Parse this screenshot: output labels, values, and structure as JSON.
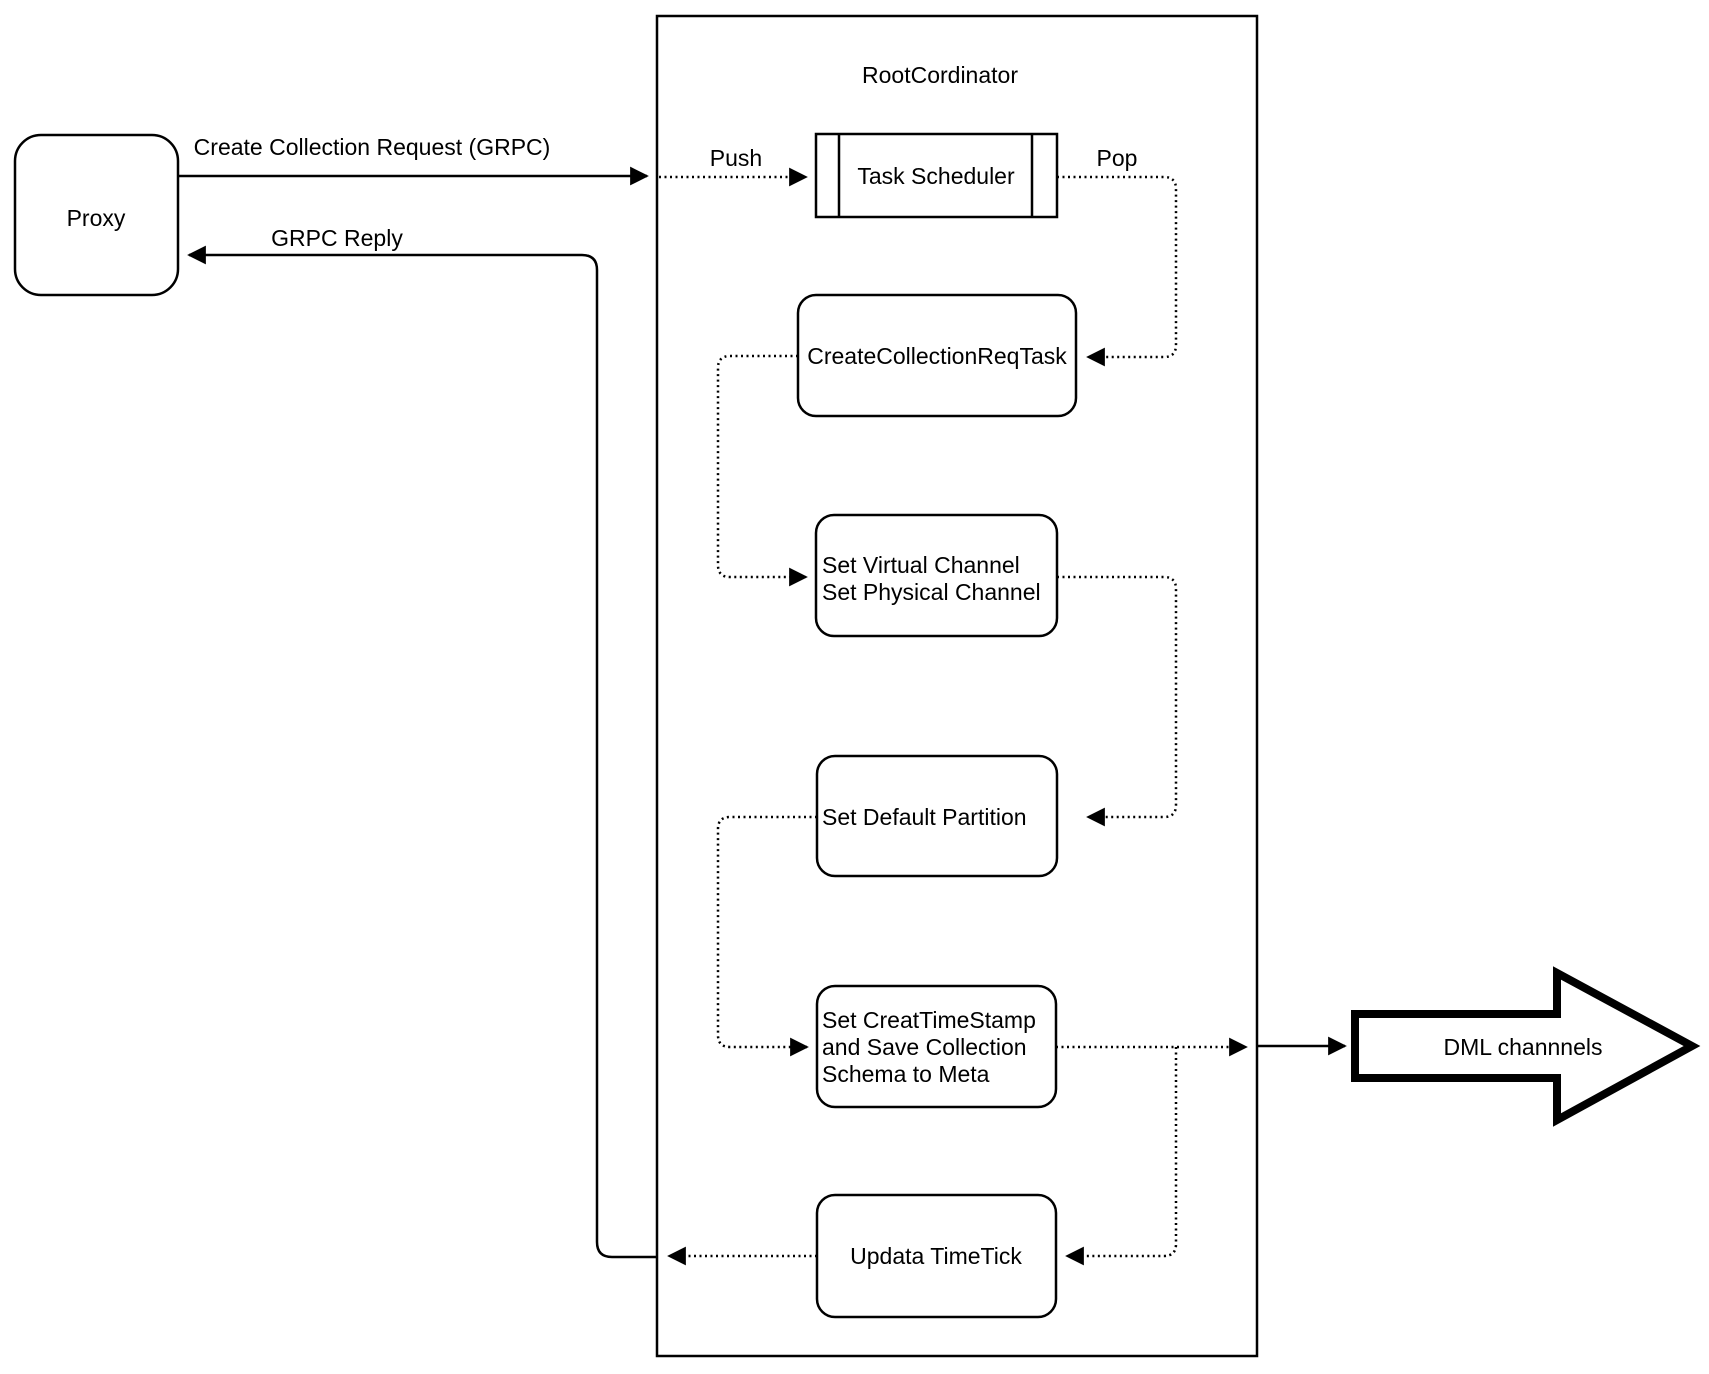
{
  "diagram": {
    "container_title": "RootCordinator",
    "nodes": {
      "proxy": {
        "label": "Proxy"
      },
      "task_scheduler": {
        "label": "Task Scheduler"
      },
      "create_collection_req_task": {
        "label": "CreateCollectionReqTask"
      },
      "set_channels": {
        "lines": [
          "Set Virtual Channel",
          "Set Physical Channel"
        ]
      },
      "set_default_partition": {
        "label": "Set Default Partition"
      },
      "set_creat_timestamp": {
        "lines": [
          "Set CreatTimeStamp",
          "and Save Collection",
          "Schema to Meta"
        ]
      },
      "updata_timetick": {
        "label": "Updata TimeTick"
      },
      "dml_channels": {
        "label": "DML channnels"
      }
    },
    "edge_labels": {
      "create_collection_request": "Create Collection Request (GRPC)",
      "grpc_reply": "GRPC Reply",
      "push": "Push",
      "pop": "Pop"
    },
    "colors": {
      "stroke": "#000000",
      "fill": "#ffffff",
      "background": "#ffffff"
    }
  }
}
